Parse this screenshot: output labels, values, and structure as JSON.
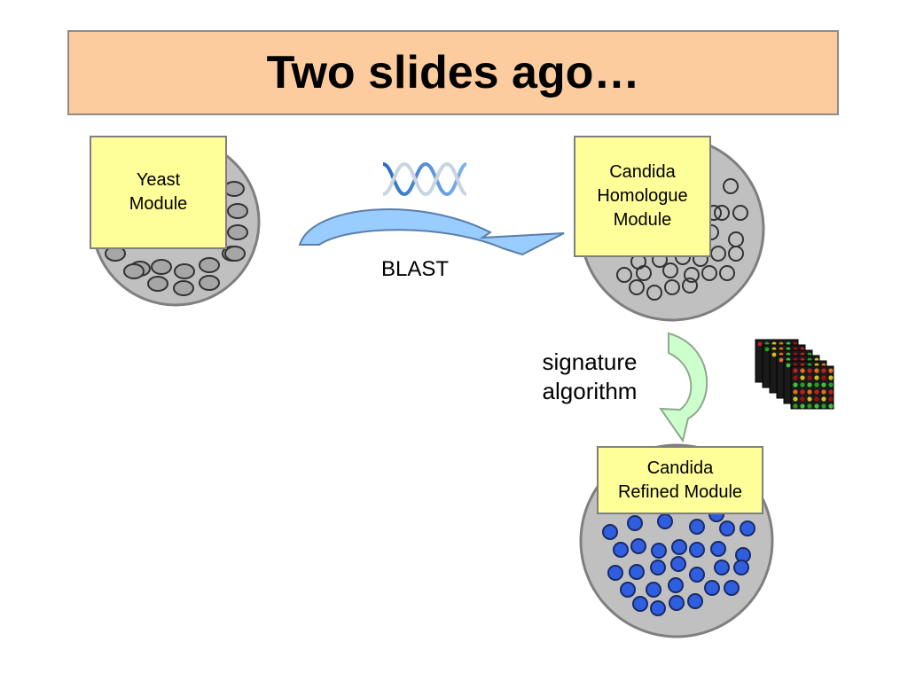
{
  "title": "Two slides ago…",
  "yeast": {
    "label": "Yeast\nModule"
  },
  "candida_homologue": {
    "label": "Candida\nHomologue\nModule"
  },
  "candida_refined": {
    "label": "Candida\nRefined Module"
  },
  "blast": {
    "label": "BLAST"
  },
  "signature": {
    "label": "signature\nalgorithm"
  },
  "colors": {
    "title_bg": "#fdcc9e",
    "label_bg": "#ffff99",
    "circle_fill": "#c0c0c0",
    "yeast_dot": "#a6a6a6",
    "refined_dot": "#2f5fe0",
    "blast_arrow": "#99ccff",
    "signature_arrow": "#ccffcc"
  },
  "icons": [
    "dna-helix-icon",
    "microarray-stack-icon"
  ]
}
